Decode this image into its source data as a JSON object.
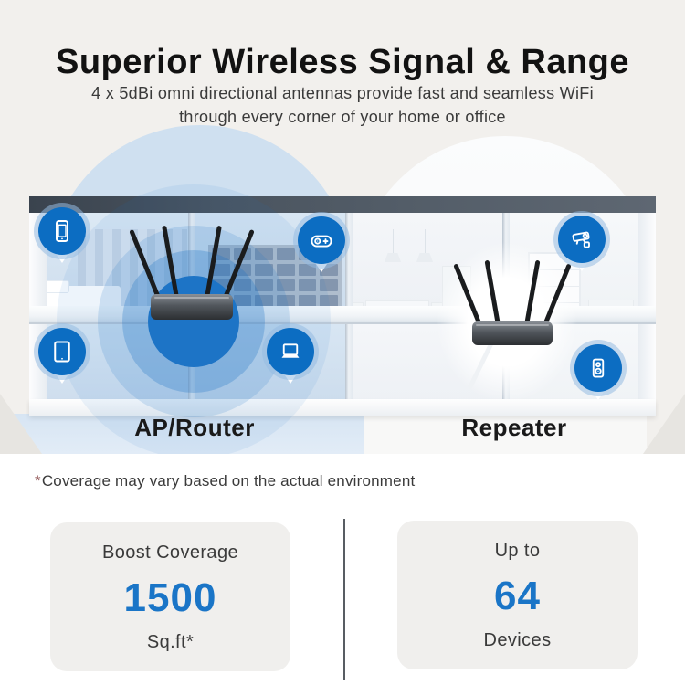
{
  "header": {
    "title": "Superior Wireless Signal & Range",
    "subtitle_line1": "4 x 5dBi omni directional antennas provide fast and seamless WiFi",
    "subtitle_line2": "through every corner of your home or office"
  },
  "scene": {
    "ap_label": "AP/Router",
    "repeater_label": "Repeater",
    "device_icons": [
      "smartphone-icon",
      "gamepad-icon",
      "security-camera-icon",
      "tablet-icon",
      "laptop-icon",
      "speaker-icon"
    ],
    "colors": {
      "pin_blue": "#0c6dc2",
      "signal_blue": "#1d74c6",
      "coverage_dome_blue": "#cfe0f0",
      "ceiling_slate": "#4a545f"
    }
  },
  "footnote": {
    "asterisk": "*",
    "text": "Coverage may vary based on the actual environment"
  },
  "stats": {
    "value_color": "#1a75c7",
    "cards": [
      {
        "top": "Boost Coverage",
        "value": "1500",
        "bottom": "Sq.ft*"
      },
      {
        "top": "Up to",
        "value": "64",
        "bottom": "Devices"
      }
    ]
  }
}
